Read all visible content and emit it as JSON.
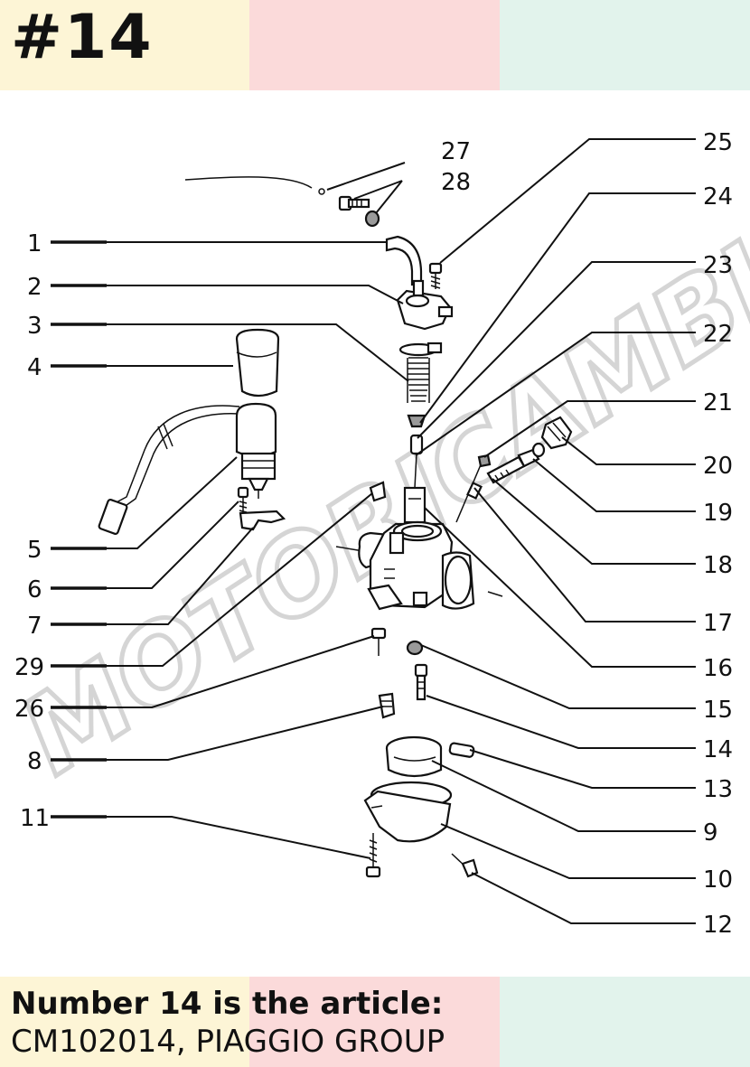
{
  "header": {
    "page_number": "#14",
    "band_colors": [
      "#fdf5d6",
      "#fbdada",
      "#e2f3ec"
    ]
  },
  "watermark": {
    "text": "MOTORICAMBI"
  },
  "diagram": {
    "labels": [
      {
        "id": "27",
        "text": "27"
      },
      {
        "id": "28",
        "text": "28"
      },
      {
        "id": "25",
        "text": "25"
      },
      {
        "id": "24",
        "text": "24"
      },
      {
        "id": "23",
        "text": "23"
      },
      {
        "id": "22",
        "text": "22"
      },
      {
        "id": "21",
        "text": "21"
      },
      {
        "id": "20",
        "text": "20"
      },
      {
        "id": "19",
        "text": "19"
      },
      {
        "id": "18",
        "text": "18"
      },
      {
        "id": "17",
        "text": "17"
      },
      {
        "id": "16",
        "text": "16"
      },
      {
        "id": "15",
        "text": "15"
      },
      {
        "id": "14",
        "text": "14"
      },
      {
        "id": "13",
        "text": "13"
      },
      {
        "id": "9",
        "text": "9"
      },
      {
        "id": "10",
        "text": "10"
      },
      {
        "id": "12",
        "text": "12"
      },
      {
        "id": "1",
        "text": "1"
      },
      {
        "id": "2",
        "text": "2"
      },
      {
        "id": "3",
        "text": "3"
      },
      {
        "id": "4",
        "text": "4"
      },
      {
        "id": "5",
        "text": "5"
      },
      {
        "id": "6",
        "text": "6"
      },
      {
        "id": "7",
        "text": "7"
      },
      {
        "id": "29",
        "text": "29"
      },
      {
        "id": "26",
        "text": "26"
      },
      {
        "id": "8",
        "text": "8"
      },
      {
        "id": "11",
        "text": "11"
      }
    ],
    "highlighted_label": "14"
  },
  "footer": {
    "line1": "Number 14 is the article:",
    "line2": "CM102014, PIAGGIO GROUP"
  }
}
